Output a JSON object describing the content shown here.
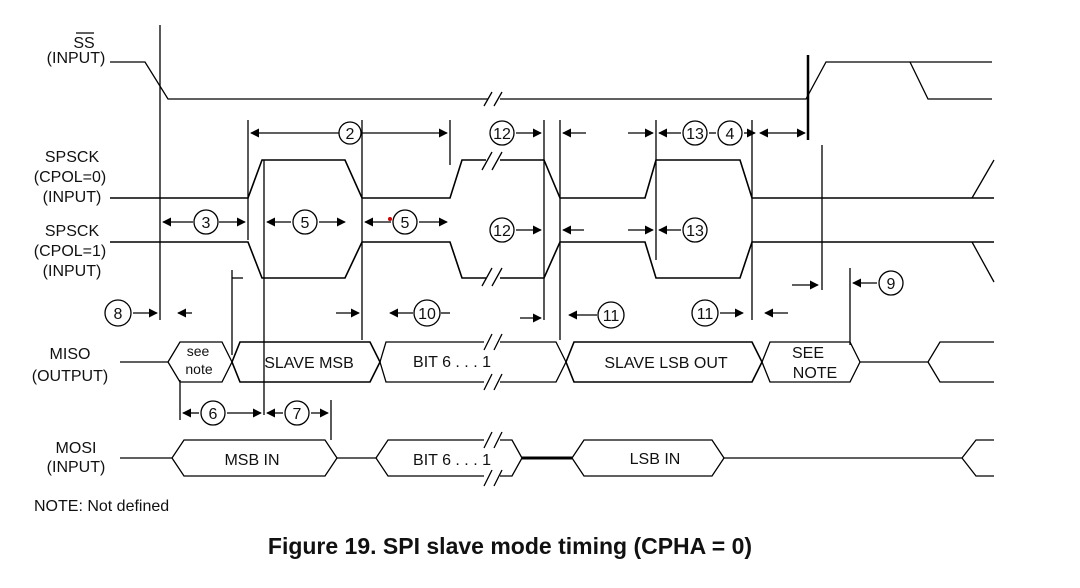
{
  "signals": {
    "ss_name": "SS",
    "ss_dir": "(INPUT)",
    "spsck0_name": "SPSCK",
    "spsck0_mode": "(CPOL=0)",
    "spsck0_dir": "(INPUT)",
    "spsck1_name": "SPSCK",
    "spsck1_mode": "(CPOL=1)",
    "spsck1_dir": "(INPUT)",
    "miso_name": "MISO",
    "miso_dir": "(OUTPUT)",
    "mosi_name": "MOSI",
    "mosi_dir": "(INPUT)"
  },
  "cells": {
    "miso_see_note_1": "see",
    "miso_see_note_2": "note",
    "miso_slave_msb": "SLAVE MSB",
    "miso_bit6": "BIT 6 . . . 1",
    "miso_slave_lsb": "SLAVE LSB OUT",
    "miso_see_note_end_1": "SEE",
    "miso_see_note_end_2": "NOTE",
    "mosi_msb_in": "MSB IN",
    "mosi_bit6": "BIT 6 . . . 1",
    "mosi_lsb_in": "LSB IN"
  },
  "markers": {
    "m2": "2",
    "m3": "3",
    "m4": "4",
    "m5a": "5",
    "m5b": "5",
    "m6": "6",
    "m7": "7",
    "m8": "8",
    "m9": "9",
    "m10": "10",
    "m11a": "11",
    "m11b": "11",
    "m12a": "12",
    "m12b": "12",
    "m13a": "13",
    "m13b": "13"
  },
  "footnote": "NOTE: Not defined",
  "caption": "Figure 19. SPI slave mode timing (CPHA = 0)"
}
